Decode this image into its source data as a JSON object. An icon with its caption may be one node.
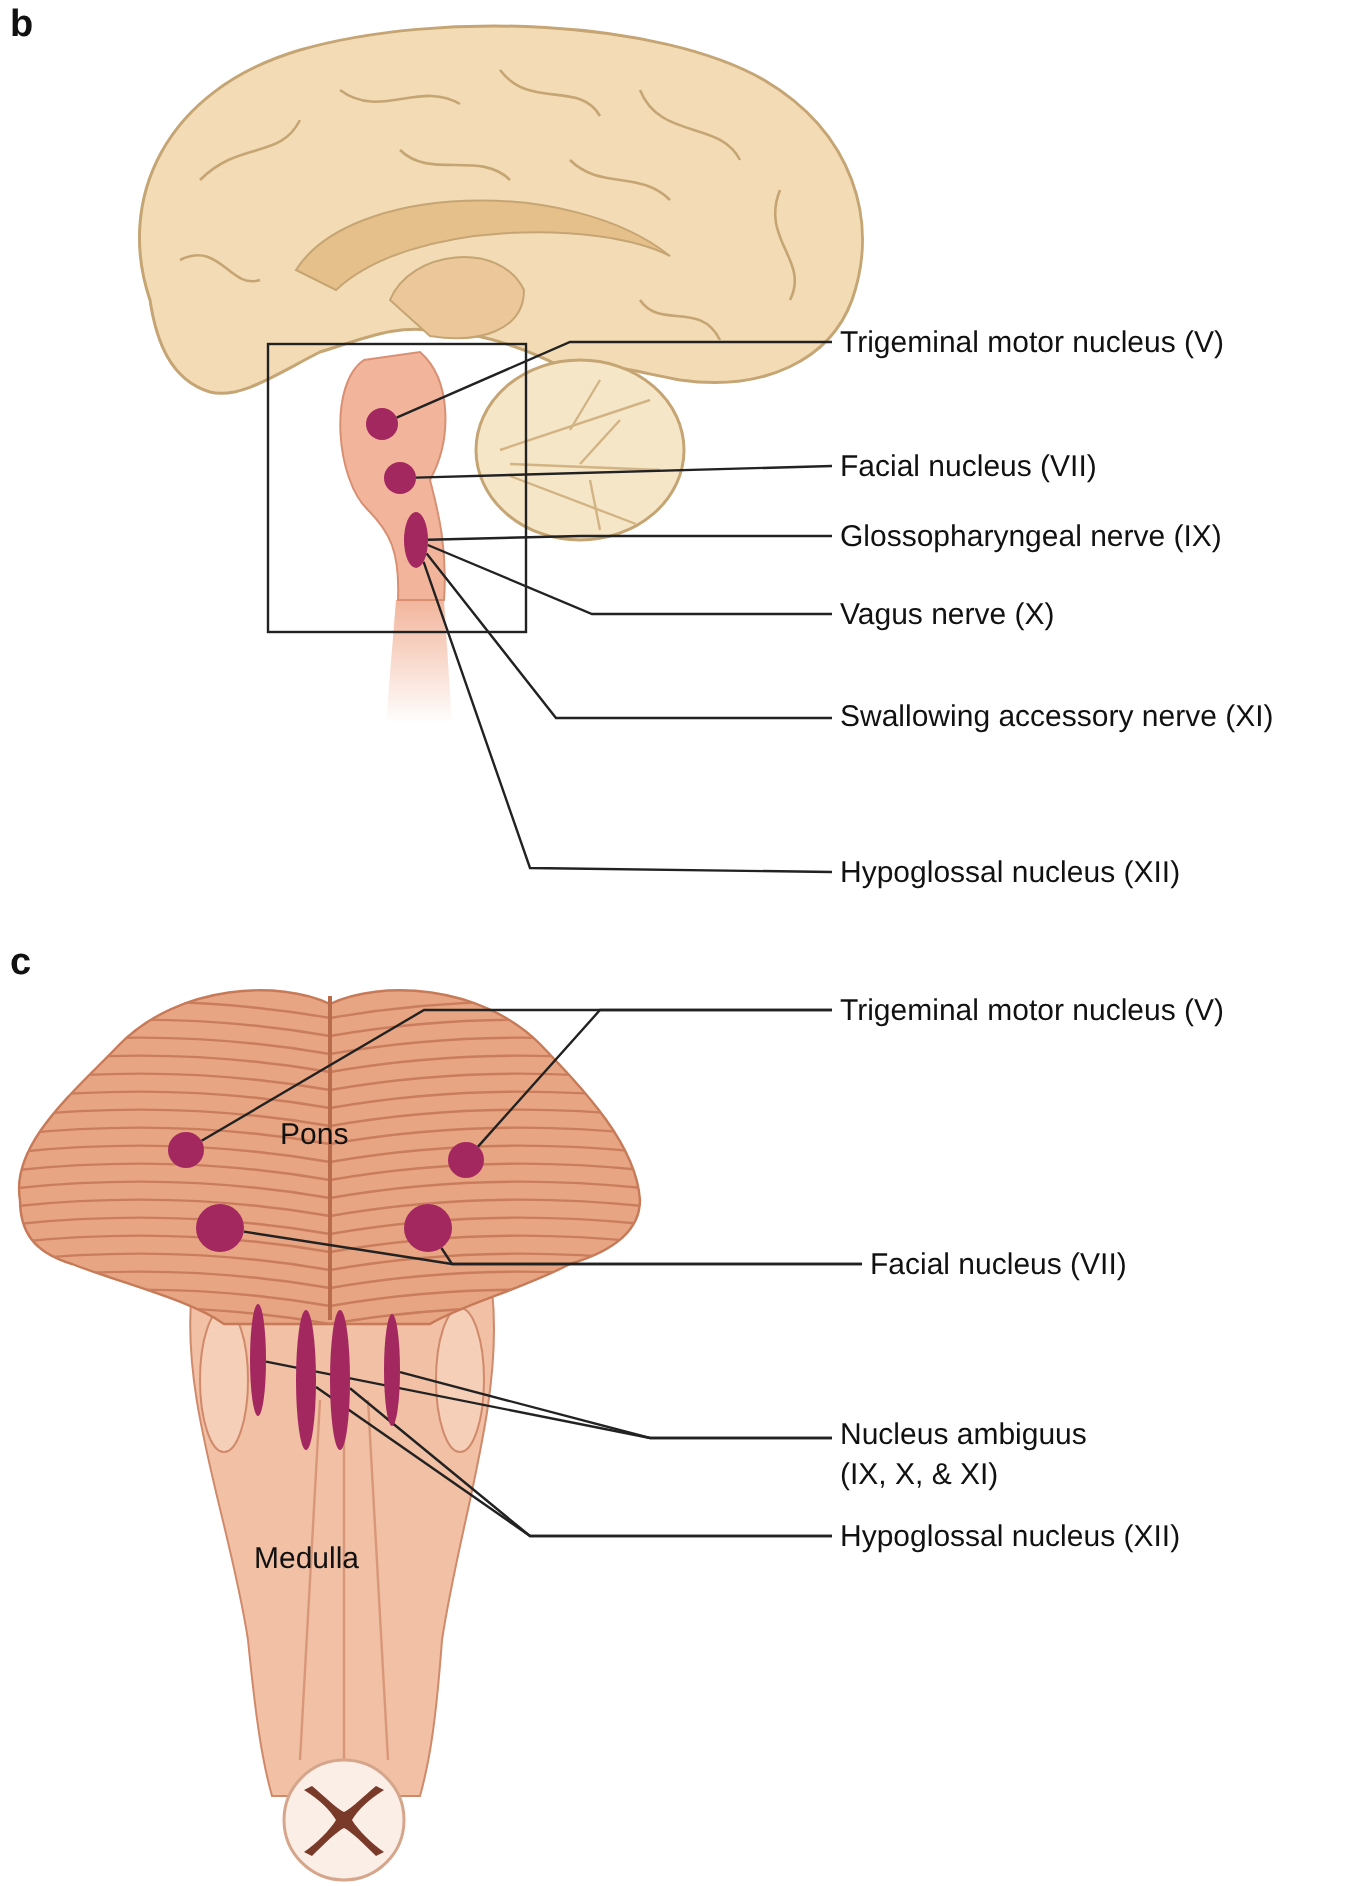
{
  "diagram": {
    "nodes": [
      {
        "text": [
          "Trigeminal motor nucleus (V)"
        ]
      },
      {
        "text": [
          "Facial nucleus (VII)"
        ]
      },
      {
        "text": [
          "Glossopharyngeal nerve (IX)"
        ]
      },
      {
        "text": [
          "Vagus nerve (X)"
        ]
      },
      {
        "text": [
          "Swallowing accessory nerve (XI)"
        ]
      },
      {
        "text": [
          "Hypoglossal nucleus (XII)"
        ]
      },
      {
        "text": [],
        "shape": "circle"
      },
      {
        "text": [],
        "shape": "circle"
      },
      {
        "text": [],
        "shape": "oval"
      },
      {
        "text": [
          "Trigeminal motor nucleus (V)"
        ]
      },
      {
        "text": [
          "Facial nucleus (VII)"
        ]
      },
      {
        "text": [
          "Nucleus ambiguus (IX, X, & XI)"
        ]
      },
      {
        "text": [
          "Hypoglossal nucleus (XII)"
        ]
      },
      {
        "text": [],
        "shape": "circle"
      },
      {
        "text": [],
        "shape": "circle"
      },
      {
        "text": [],
        "shape": "circle"
      },
      {
        "text": [],
        "shape": "circle"
      },
      {
        "text": [],
        "shape": "oval"
      },
      {
        "text": [],
        "shape": "oval"
      },
      {
        "text": [],
        "shape": "oval"
      },
      {
        "text": [],
        "shape": "oval"
      }
    ],
    "edges": [
      {
        "from": 0,
        "to": 6,
        "arrow": "none"
      },
      {
        "from": 1,
        "to": 7,
        "arrow": "none"
      },
      {
        "from": 2,
        "to": 8,
        "arrow": "none"
      },
      {
        "from": 3,
        "to": 8,
        "arrow": "none"
      },
      {
        "from": 4,
        "to": 8,
        "arrow": "none"
      },
      {
        "from": 5,
        "to": 8,
        "arrow": "none"
      },
      {
        "from": 9,
        "to": 13,
        "arrow": "none"
      },
      {
        "from": 9,
        "to": 14,
        "arrow": "none"
      },
      {
        "from": 10,
        "to": 15,
        "arrow": "none"
      },
      {
        "from": 10,
        "to": 16,
        "arrow": "none"
      },
      {
        "from": 11,
        "to": 17,
        "arrow": "none"
      },
      {
        "from": 11,
        "to": 20,
        "arrow": "none"
      },
      {
        "from": 12,
        "to": 18,
        "arrow": "none"
      },
      {
        "from": 12,
        "to": 19,
        "arrow": "none"
      }
    ],
    "labels": [
      "b",
      "c",
      "Pons",
      "Medulla"
    ]
  }
}
